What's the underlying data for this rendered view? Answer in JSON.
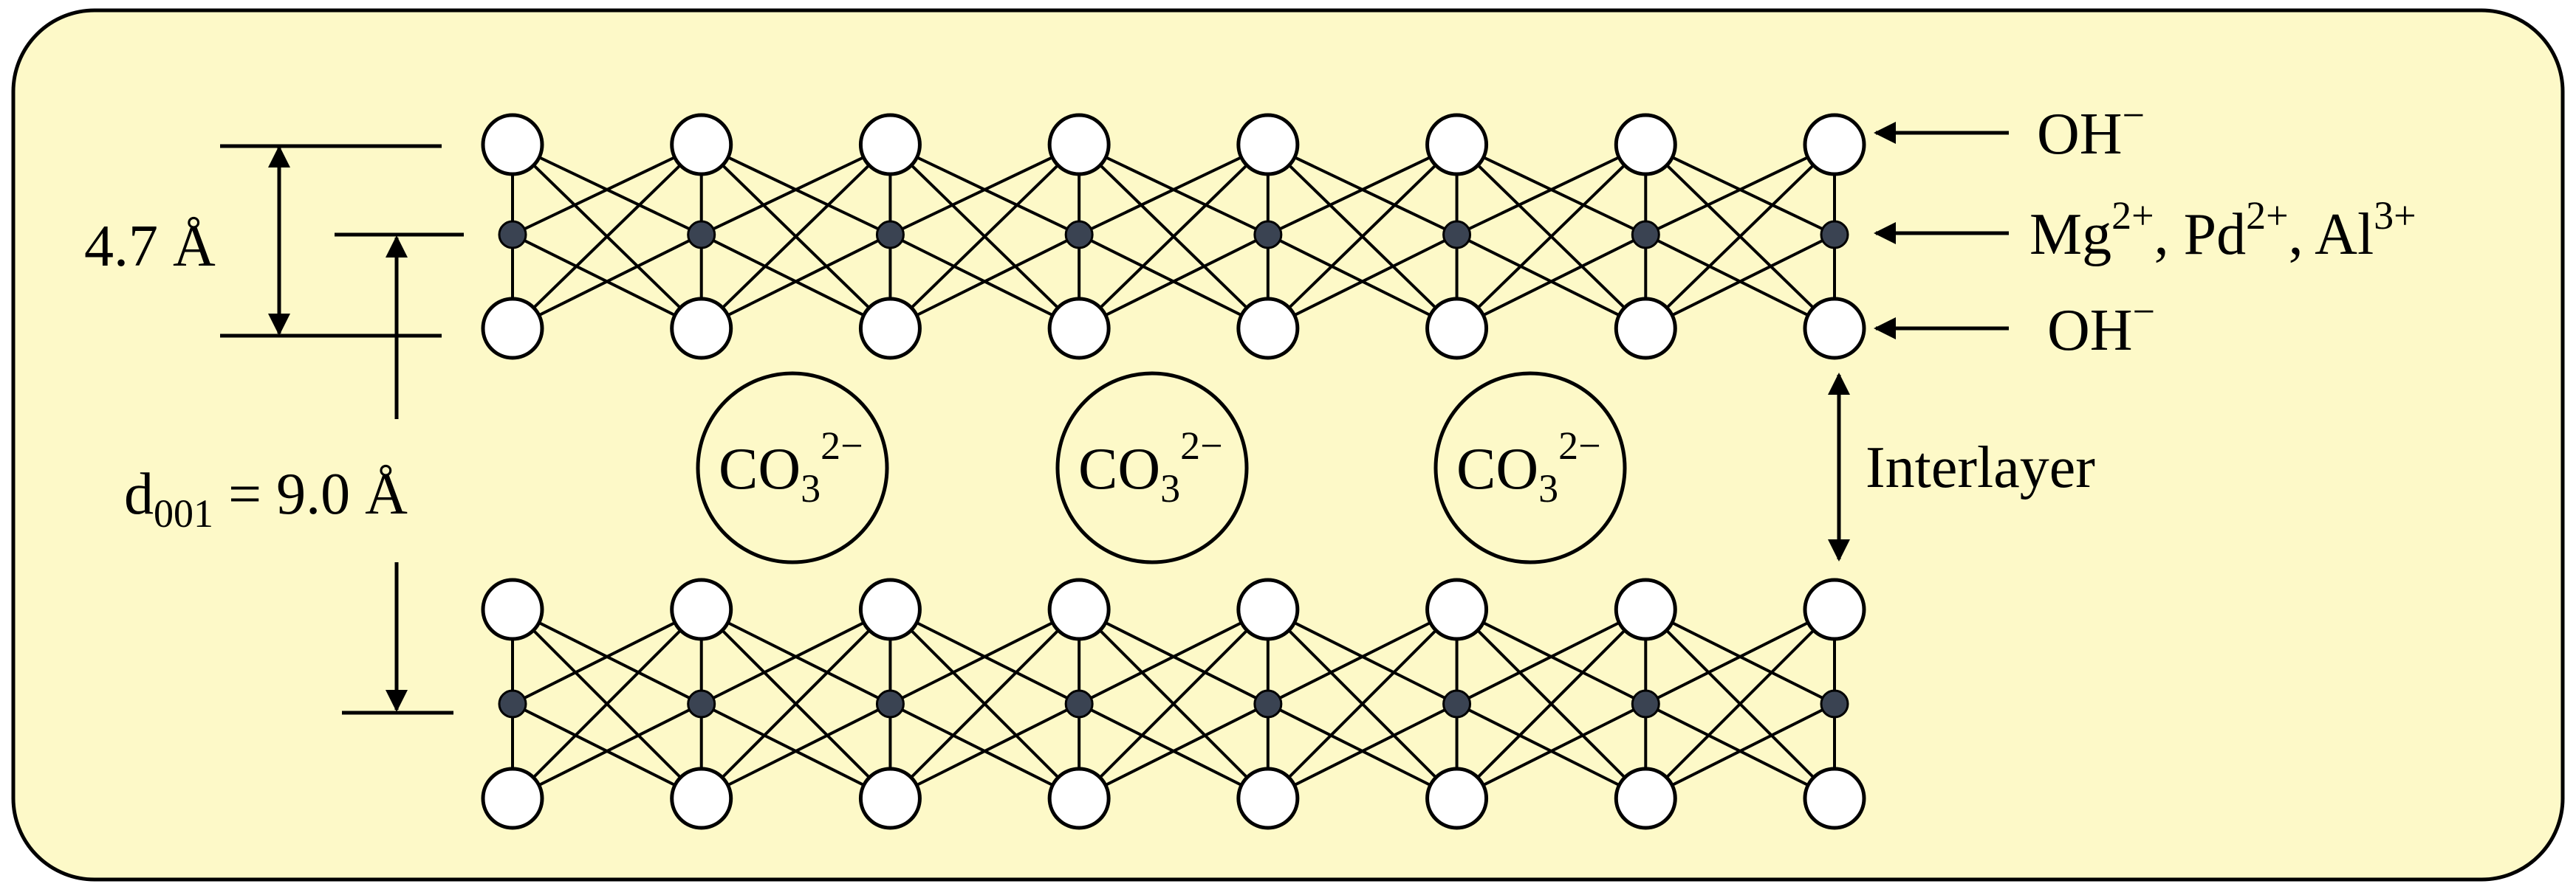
{
  "colors": {
    "background": "#fdf9c8",
    "border": "#000000",
    "hydroxide_atom": "#ffffff",
    "metal_atom": "#3a4352",
    "bond": "#000000"
  },
  "labels": {
    "oh_top": "OH",
    "oh_top_charge": "−",
    "oh_bottom": "OH",
    "oh_bottom_charge": "−",
    "metal_mg": "Mg",
    "metal_mg_charge": "2+",
    "metal_pd": "Pd",
    "metal_pd_charge": "2+",
    "metal_al": "Al",
    "metal_al_charge": "3+",
    "metal_separator": ", ",
    "interlayer": "Interlayer",
    "layer_thickness": "4.7 Å",
    "d_spacing_prefix": "d",
    "d_spacing_subscript": "001",
    "d_spacing_value": " = 9.0 Å",
    "carbonate_base": "CO",
    "carbonate_subscript": "3",
    "carbonate_charge": "2−"
  },
  "structure": {
    "layers": 2,
    "atoms_per_row": 8,
    "carbonate_ions": 3
  }
}
